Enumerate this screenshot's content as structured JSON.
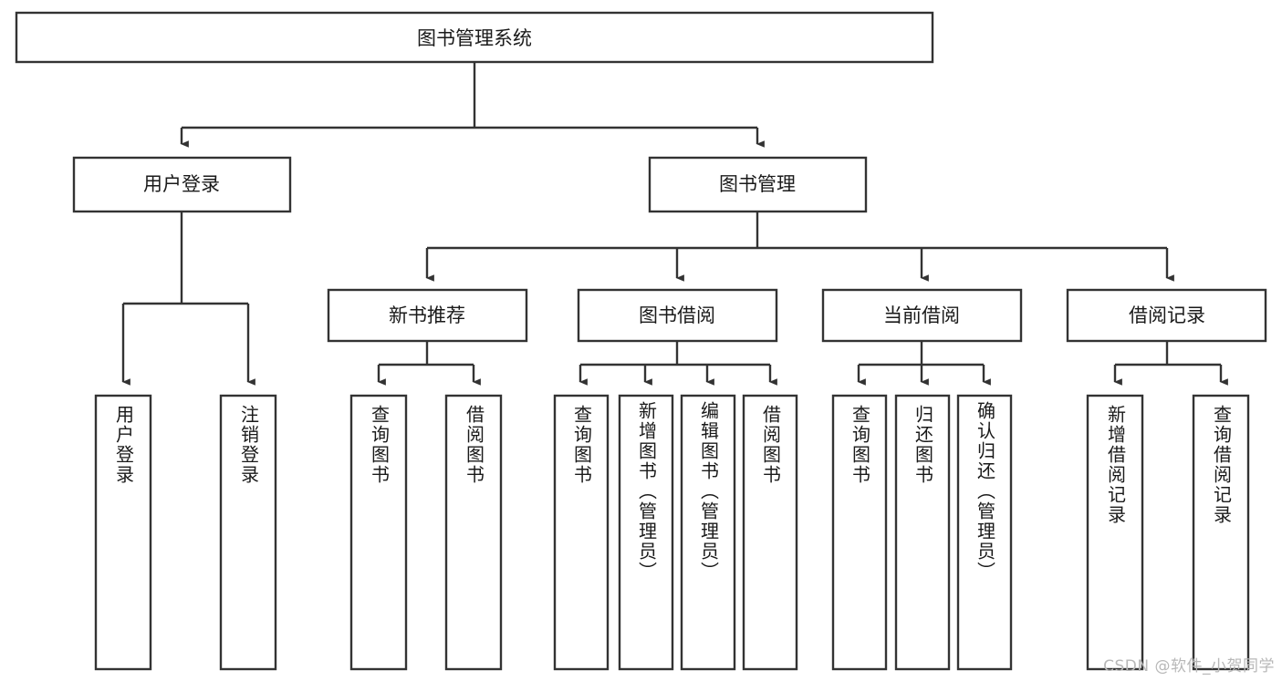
{
  "diagram": {
    "title": "图书管理系统",
    "type": "tree-hierarchy",
    "colors": {
      "background": "#ffffff",
      "box_stroke": "#333333",
      "connector": "#333333",
      "text": "#1a1a1a",
      "watermark": "#b8b8b8"
    },
    "root": {
      "label": "图书管理系统"
    },
    "level2": [
      {
        "label": "用户登录"
      },
      {
        "label": "图书管理"
      }
    ],
    "level3": [
      {
        "label": "新书推荐"
      },
      {
        "label": "图书借阅"
      },
      {
        "label": "当前借阅"
      },
      {
        "label": "借阅记录"
      }
    ],
    "leaves": {
      "user_login": [
        {
          "label": "用户登录"
        },
        {
          "label": "注销登录"
        }
      ],
      "new_book_recommend": [
        {
          "label": "查询图书"
        },
        {
          "label": "借阅图书"
        }
      ],
      "book_borrow": [
        {
          "label": "查询图书"
        },
        {
          "label": "新增图书（管理员）"
        },
        {
          "label": "编辑图书（管理员）"
        },
        {
          "label": "借阅图书"
        }
      ],
      "current_borrow": [
        {
          "label": "查询图书"
        },
        {
          "label": "归还图书"
        },
        {
          "label": "确认归还（管理员）"
        }
      ],
      "borrow_record": [
        {
          "label": "新增借阅记录"
        },
        {
          "label": "查询借阅记录"
        }
      ]
    }
  },
  "watermark": {
    "text": "CSDN @软件_小贺同学"
  }
}
